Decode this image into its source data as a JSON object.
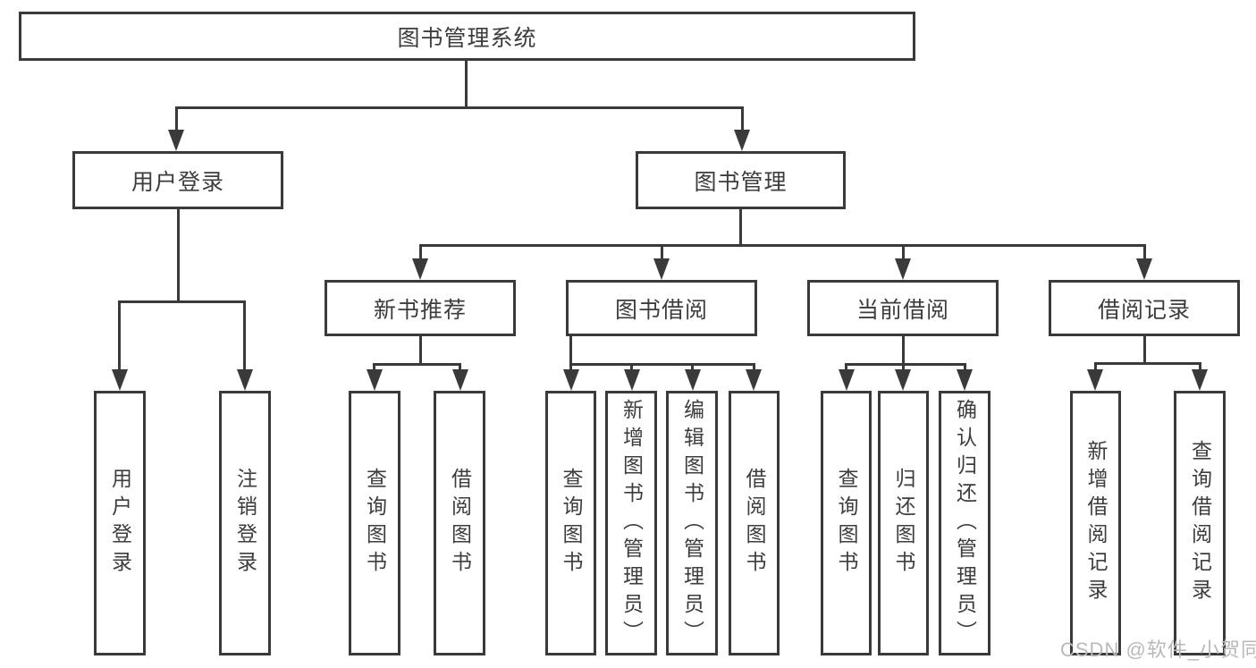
{
  "tree": {
    "root": {
      "label": "图书管理系统"
    },
    "branches": [
      {
        "label": "用户登录",
        "leaves": [
          "用户登录",
          "注销登录"
        ]
      },
      {
        "label": "图书管理",
        "groups": [
          {
            "label": "新书推荐",
            "leaves": [
              "查询图书",
              "借阅图书"
            ]
          },
          {
            "label": "图书借阅",
            "leaves": [
              "查询图书",
              "新增图书（管理员）",
              "编辑图书（管理员）",
              "借阅图书"
            ]
          },
          {
            "label": "当前借阅",
            "leaves": [
              "查询图书",
              "归还图书",
              "确认归还（管理员）"
            ]
          },
          {
            "label": "借阅记录",
            "leaves": [
              "新增借阅记录",
              "查询借阅记录"
            ]
          }
        ]
      }
    ]
  },
  "watermark": {
    "text": "CSDN @软件_小贺同学"
  },
  "colors": {
    "line": "#3a3a3a",
    "text": "#3d3d3d",
    "watermark": "#b9b9b9",
    "background": "#ffffff"
  }
}
